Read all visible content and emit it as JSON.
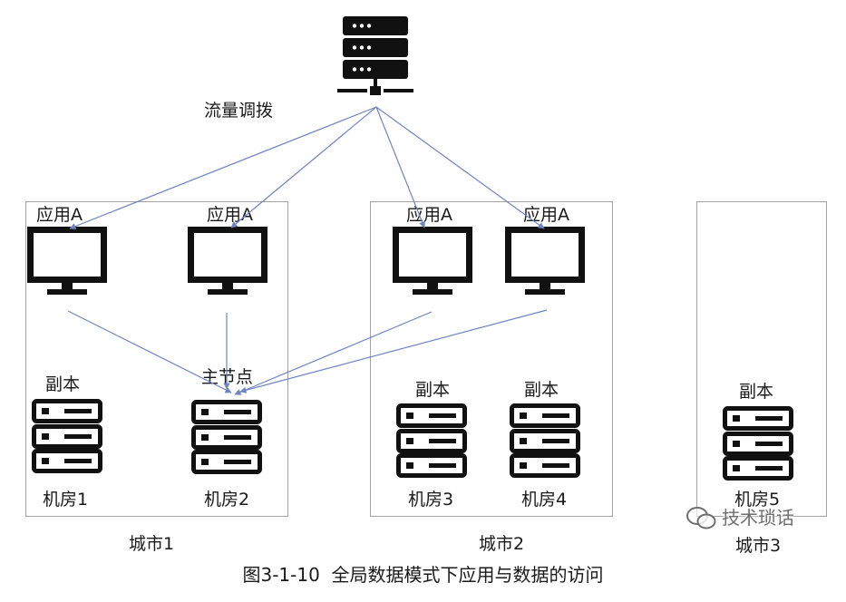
{
  "figure": {
    "caption": "图3-1-10  全局数据模式下应用与数据的访问"
  },
  "traffic": {
    "label": "流量调拨",
    "icon": "server-rack-icon"
  },
  "cities": [
    {
      "label": "城市1",
      "apps": [
        {
          "label": "应用A",
          "icon": "monitor-icon"
        },
        {
          "label": "应用A",
          "icon": "monitor-icon"
        }
      ],
      "rooms": [
        {
          "role": "副本",
          "name": "机房1",
          "icon": "database-server-icon"
        },
        {
          "role": "主节点",
          "name": "机房2",
          "icon": "database-server-icon"
        }
      ]
    },
    {
      "label": "城市2",
      "apps": [
        {
          "label": "应用A",
          "icon": "monitor-icon"
        },
        {
          "label": "应用A",
          "icon": "monitor-icon"
        }
      ],
      "rooms": [
        {
          "role": "副本",
          "name": "机房3",
          "icon": "database-server-icon"
        },
        {
          "role": "副本",
          "name": "机房4",
          "icon": "database-server-icon"
        }
      ]
    },
    {
      "label": "城市3",
      "apps": [],
      "rooms": [
        {
          "role": "副本",
          "name": "机房5",
          "icon": "database-server-icon"
        }
      ]
    }
  ],
  "watermark": {
    "text": "技术琐话",
    "icon": "wechat-icon"
  },
  "colors": {
    "connector": "#6f84c2",
    "icon": "#111111",
    "box_border": "#a3a3a3",
    "text": "#1a1a1a",
    "watermark": "#6e6e6e"
  }
}
